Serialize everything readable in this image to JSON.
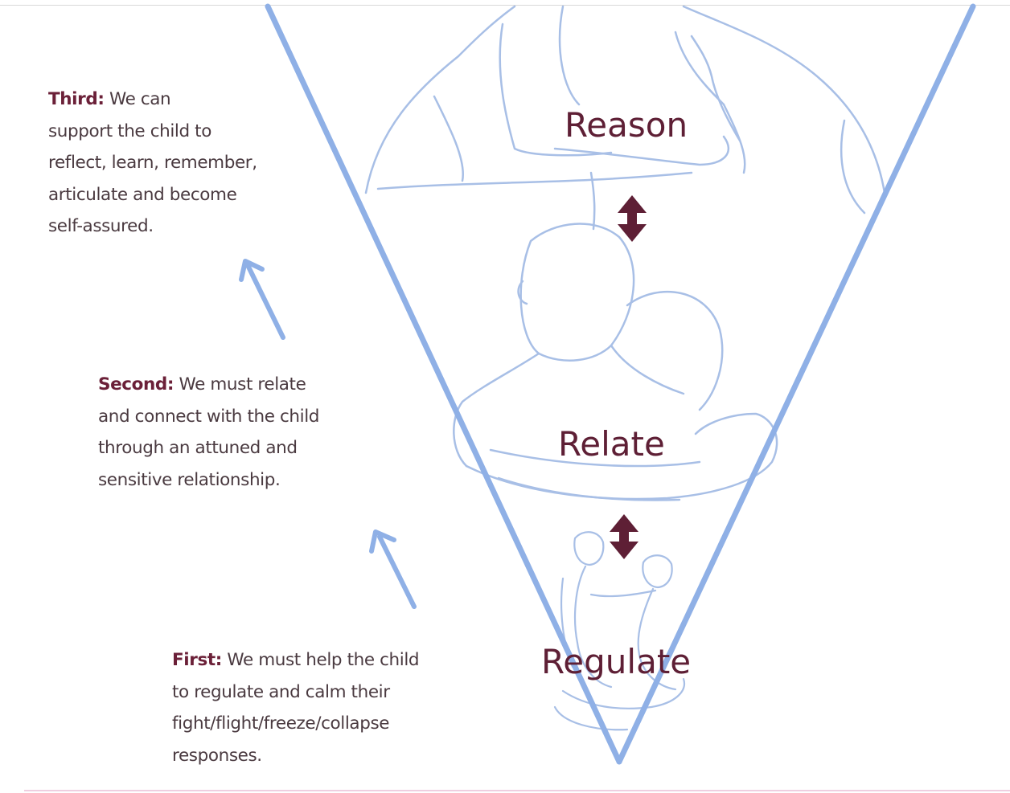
{
  "stages": {
    "reason": "Reason",
    "relate": "Relate",
    "regulate": "Regulate"
  },
  "steps": {
    "third": {
      "lead": "Third:",
      "lines": [
        "We can",
        "support the child to",
        "reflect, learn, remember,",
        "articulate and become",
        "self-assured."
      ]
    },
    "second": {
      "lead": "Second:",
      "lines": [
        "We must relate",
        "and connect with the child",
        "through an attuned and",
        "sensitive relationship."
      ]
    },
    "first": {
      "lead": "First:",
      "lines": [
        "We must help the child",
        "to regulate and calm their",
        "fight/flight/freeze/collapse",
        "responses."
      ]
    }
  },
  "colors": {
    "funnel_line": "#8fb0e6",
    "arrow_blue": "#8fb0e6",
    "sketch": "#a8bfe6",
    "maroon": "#5e1f35",
    "lead_text": "#6b2038",
    "body_text": "#4a3a40"
  }
}
